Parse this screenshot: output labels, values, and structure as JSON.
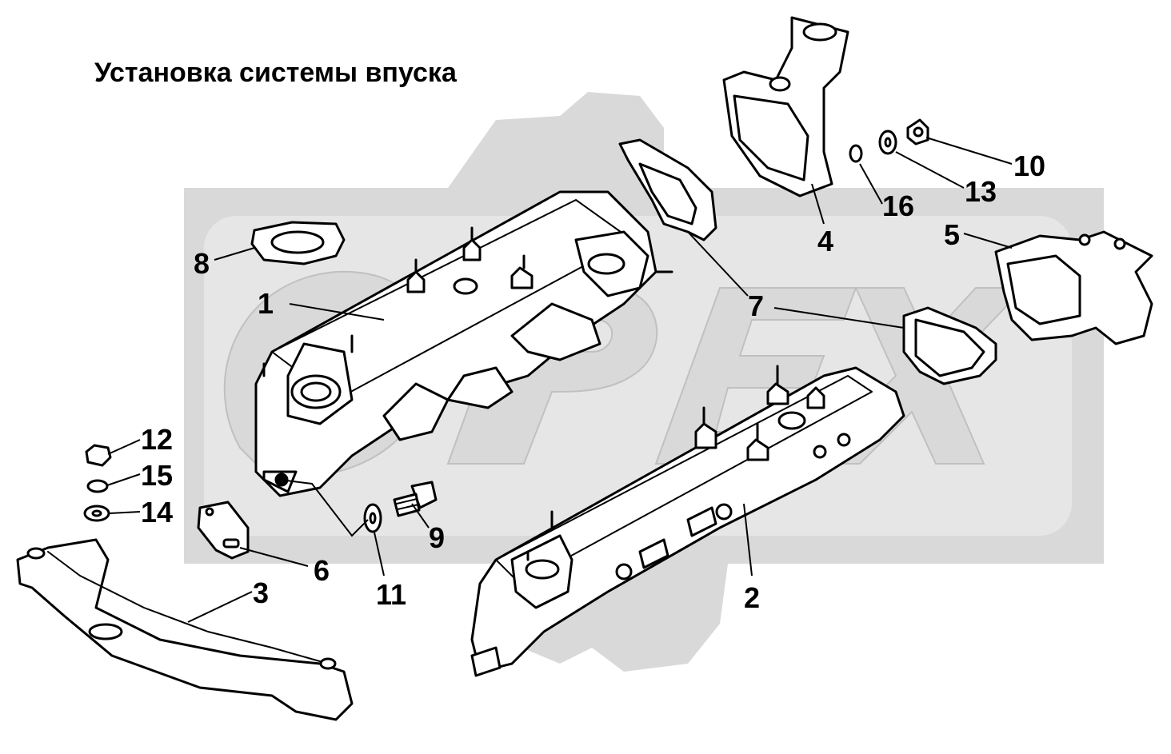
{
  "title": "Установка системы впуска",
  "watermark": {
    "text": "OPEX",
    "color": "#d9d9d9"
  },
  "colors": {
    "part_fill": "#ffffff",
    "outline": "#000000",
    "background": "#ffffff"
  },
  "callouts": [
    {
      "label": "1",
      "part": "intake-manifold-upper"
    },
    {
      "label": "2",
      "part": "intake-manifold-lower"
    },
    {
      "label": "3",
      "part": "connecting-pipe"
    },
    {
      "label": "4",
      "part": "inlet-elbow-upper"
    },
    {
      "label": "5",
      "part": "inlet-elbow-right"
    },
    {
      "label": "6",
      "part": "small-gasket"
    },
    {
      "label": "7",
      "part": "flange-gasket"
    },
    {
      "label": "8",
      "part": "oval-gasket"
    },
    {
      "label": "9",
      "part": "bolt"
    },
    {
      "label": "10",
      "part": "nut"
    },
    {
      "label": "11",
      "part": "washer"
    },
    {
      "label": "12",
      "part": "nut"
    },
    {
      "label": "13",
      "part": "washer"
    },
    {
      "label": "14",
      "part": "washer"
    },
    {
      "label": "15",
      "part": "lock-washer"
    },
    {
      "label": "16",
      "part": "lock-washer"
    }
  ]
}
